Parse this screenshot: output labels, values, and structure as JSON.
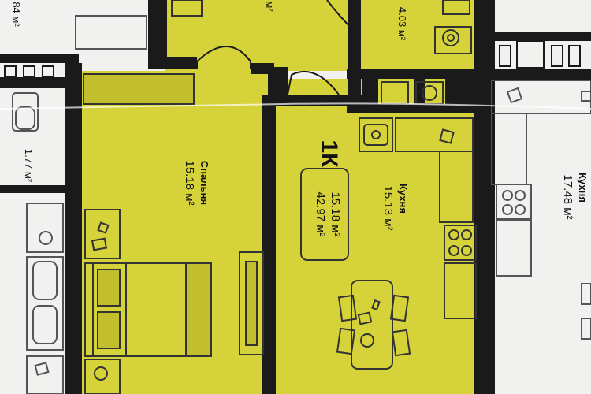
{
  "colors": {
    "apartment": "#d6d23a",
    "apartment_dark": "#c2be2e",
    "neighbor": "#f1f1ef",
    "wall": "#1a1a1a",
    "fixture_line": "#333333"
  },
  "rooms": {
    "bedroom": {
      "name": "Спальня",
      "area": "15.18 м²"
    },
    "kitchen": {
      "name": "Кухня",
      "area": "15.13 м²"
    },
    "top_room": {
      "area": "м²"
    },
    "top_bath": {
      "area": "4.03 м²"
    },
    "left_bath": {
      "area": "1.77 м²"
    },
    "left_top": {
      "area": "84 м²"
    },
    "neighbor_kitchen": {
      "name": "Кухня",
      "area": "17.48 м²"
    }
  },
  "summary": {
    "type": "1К",
    "living_area": "15.18 м²",
    "total_area": "42.97 м²"
  }
}
